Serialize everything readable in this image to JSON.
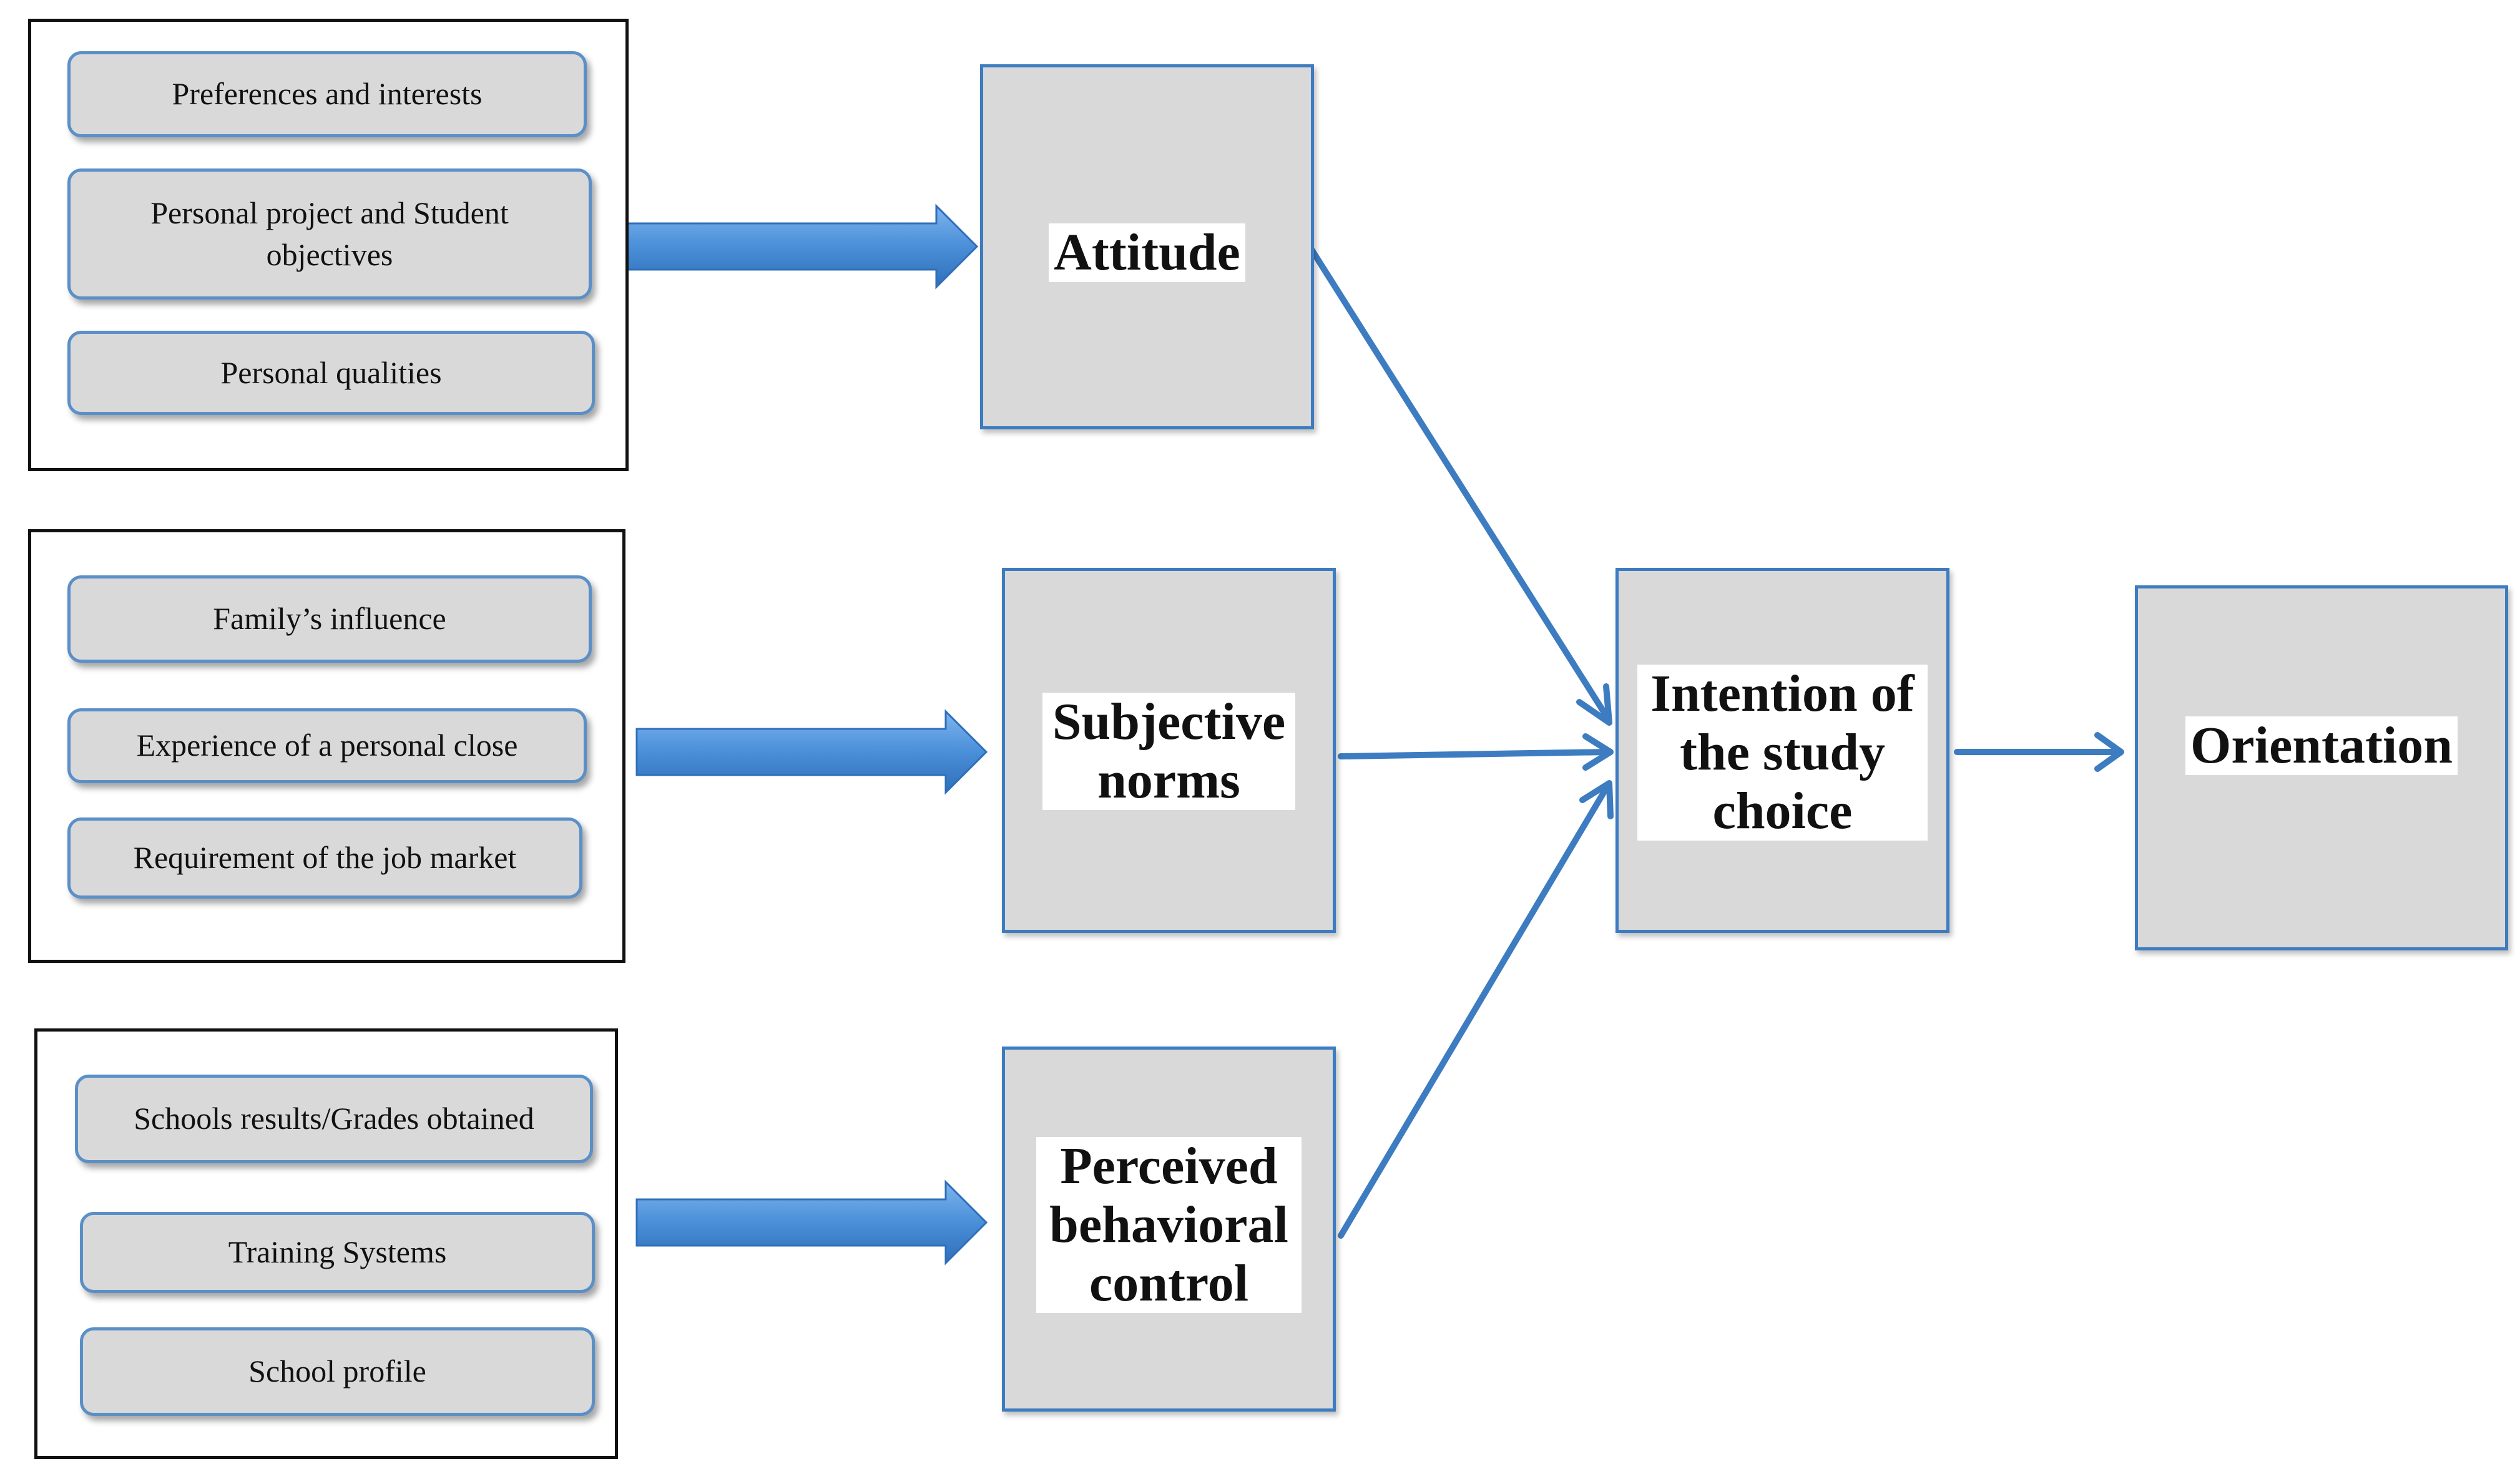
{
  "groups": [
    {
      "factors": [
        "Preferences and interests",
        "Personal project and Student objectives",
        "Personal qualities"
      ]
    },
    {
      "factors": [
        "Family’s influence",
        "Experience of a personal close",
        "Requirement of the job market"
      ]
    },
    {
      "factors": [
        "Schools results/Grades obtained",
        "Training Systems",
        "School profile"
      ]
    }
  ],
  "constructs": {
    "attitude": "Attitude",
    "subjective_norms": "Subjective norms",
    "perceived_behavioral_control": "Perceived behavioral control",
    "intention": "Intention of the study choice",
    "orientation": "Orientation"
  },
  "colors": {
    "arrow_blue": "#4a8fd8",
    "box_fill": "#d9d9d9",
    "box_border": "#3d7cc0"
  }
}
